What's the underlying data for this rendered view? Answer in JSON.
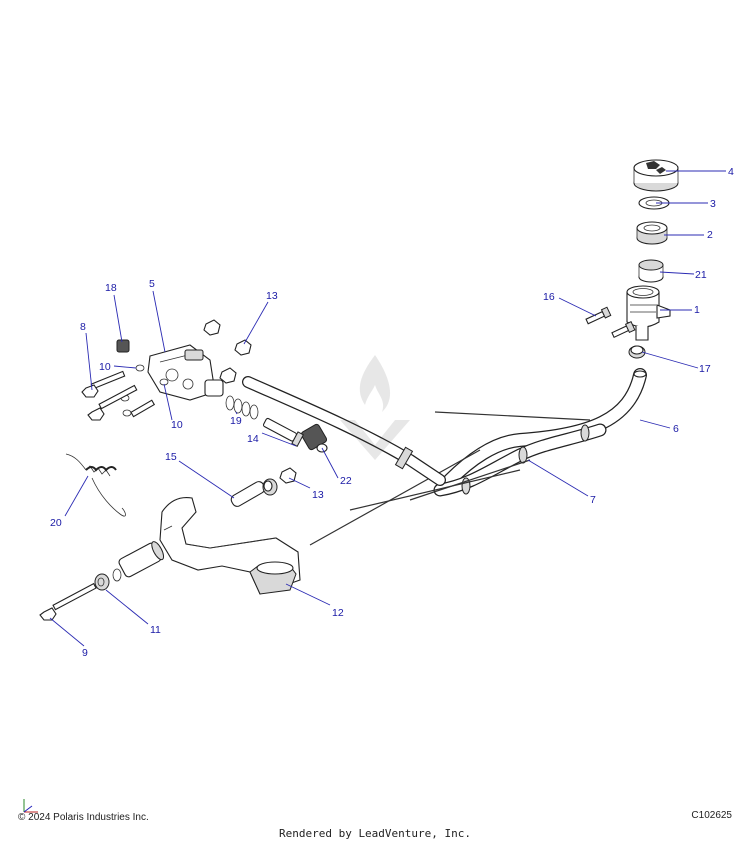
{
  "callouts": [
    {
      "id": "1",
      "label": "1"
    },
    {
      "id": "2",
      "label": "2"
    },
    {
      "id": "3",
      "label": "3"
    },
    {
      "id": "4",
      "label": "4"
    },
    {
      "id": "5",
      "label": "5"
    },
    {
      "id": "6",
      "label": "6"
    },
    {
      "id": "7",
      "label": "7"
    },
    {
      "id": "8",
      "label": "8"
    },
    {
      "id": "9",
      "label": "9"
    },
    {
      "id": "10a",
      "label": "10"
    },
    {
      "id": "10b",
      "label": "10"
    },
    {
      "id": "11",
      "label": "11"
    },
    {
      "id": "12",
      "label": "12"
    },
    {
      "id": "13a",
      "label": "13"
    },
    {
      "id": "13b",
      "label": "13"
    },
    {
      "id": "14",
      "label": "14"
    },
    {
      "id": "15",
      "label": "15"
    },
    {
      "id": "16",
      "label": "16"
    },
    {
      "id": "17",
      "label": "17"
    },
    {
      "id": "18",
      "label": "18"
    },
    {
      "id": "19",
      "label": "19"
    },
    {
      "id": "20",
      "label": "20"
    },
    {
      "id": "21",
      "label": "21"
    },
    {
      "id": "22",
      "label": "22"
    }
  ],
  "footer": {
    "copyright": "© 2024 Polaris Industries Inc.",
    "ref_code": "C102625",
    "rendered_by": "Rendered by LeadVenture, Inc."
  },
  "icons": {
    "watermark": "leadventure-flame-logo-watermark",
    "axis": "axis-orientation-icon"
  },
  "colors": {
    "callout": "#1a1aa6",
    "leader": "#2b2bb3"
  }
}
